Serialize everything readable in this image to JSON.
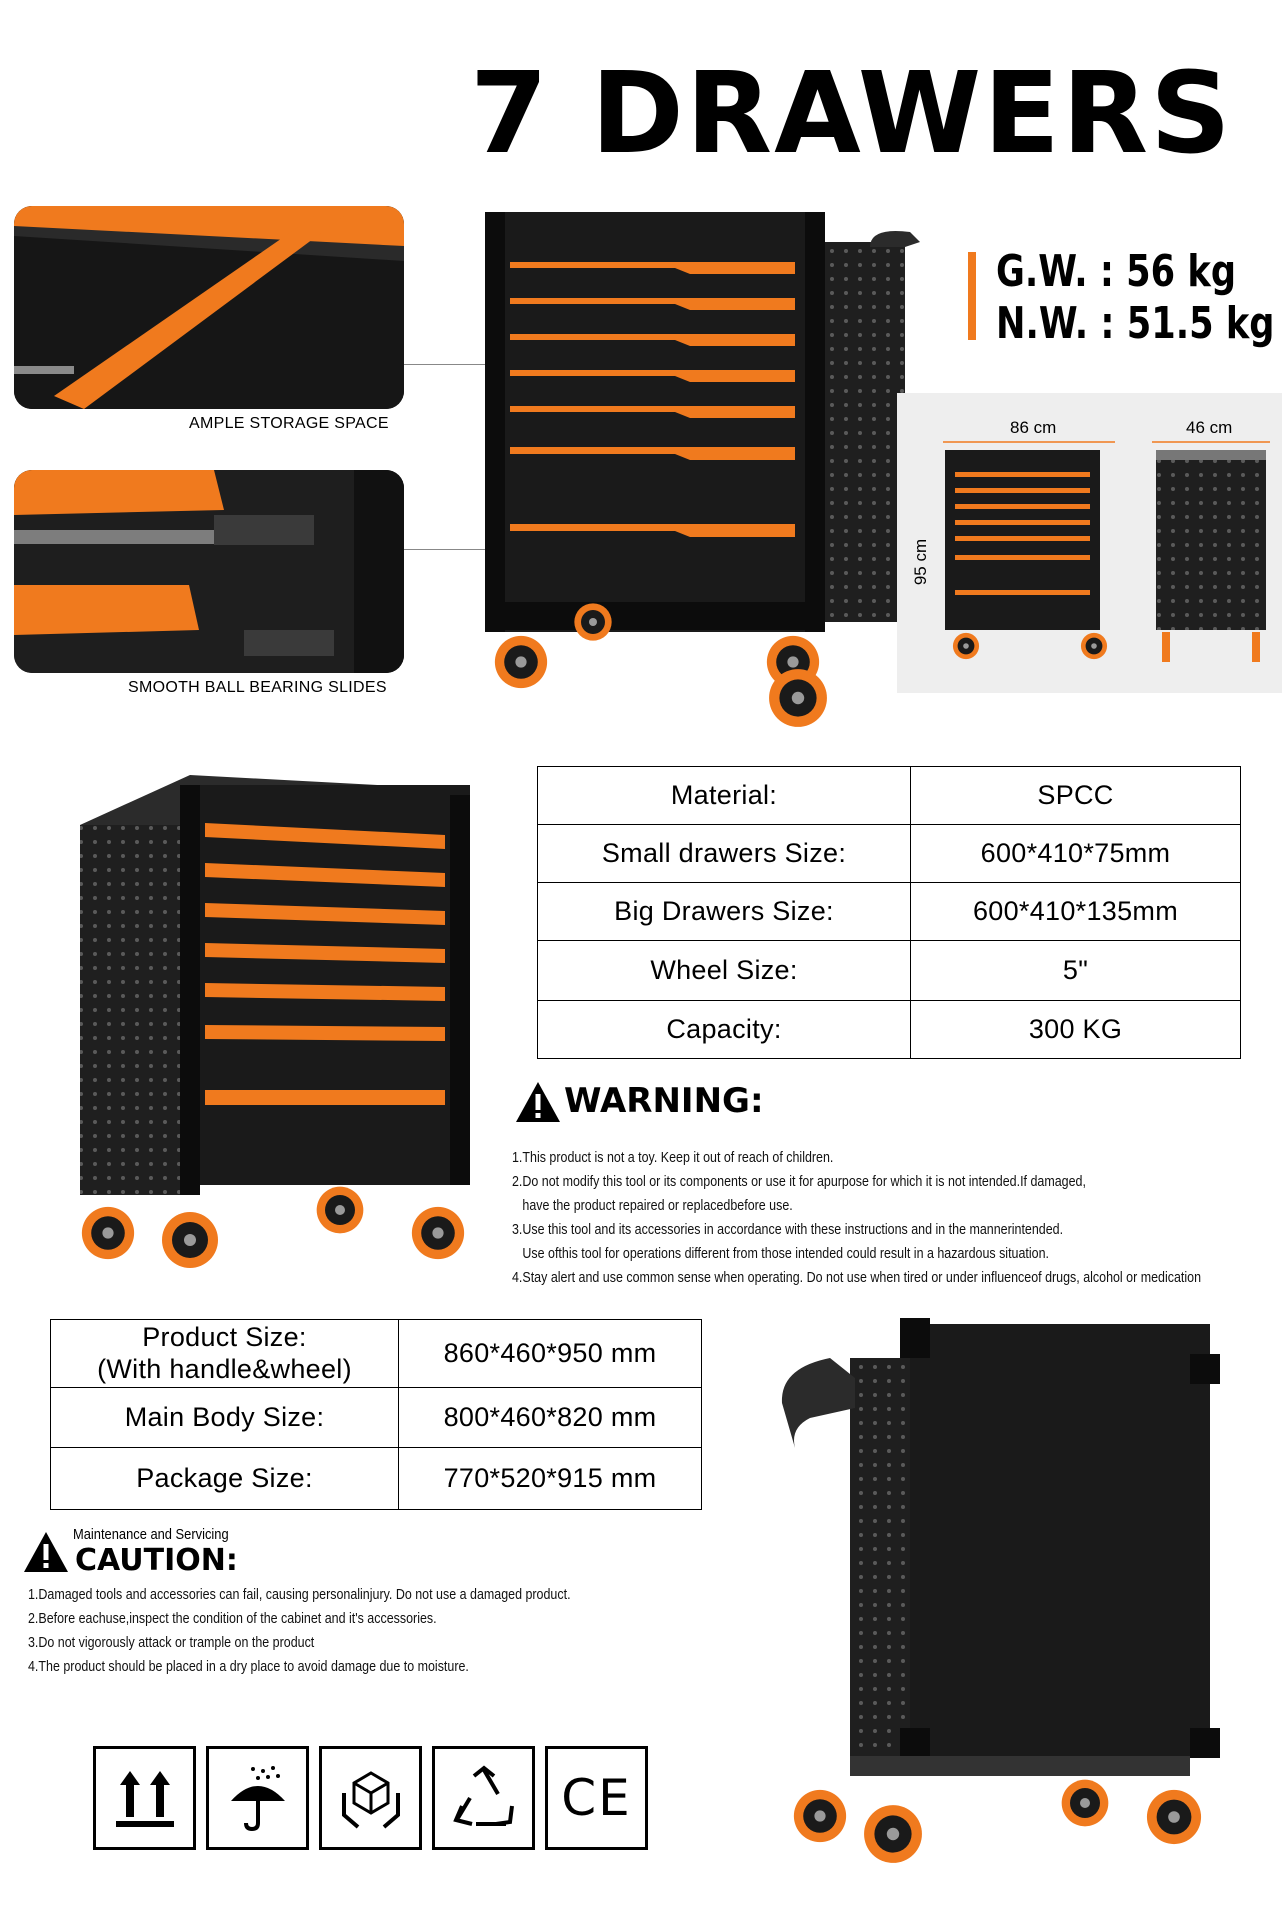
{
  "header": {
    "title": "7 DRAWERS"
  },
  "features": [
    {
      "caption": "AMPLE STORAGE SPACE"
    },
    {
      "caption": "SMOOTH BALL BEARING SLIDES"
    }
  ],
  "weights": {
    "gross": "G.W. : 56 kg",
    "net": "N.W. : 51.5 kg"
  },
  "dimensions": {
    "width": "86 cm",
    "depth": "46 cm",
    "height": "95 cm"
  },
  "spec_table": [
    {
      "label": "Material:",
      "value": "SPCC"
    },
    {
      "label": "Small drawers Size:",
      "value": "600*410*75mm"
    },
    {
      "label": "Big Drawers Size:",
      "value": "600*410*135mm"
    },
    {
      "label": "Wheel Size:",
      "value": "5\""
    },
    {
      "label": "Capacity:",
      "value": "300 KG"
    }
  ],
  "warning": {
    "title": "WARNING:",
    "lines": [
      "1.This product is not a toy. Keep it out of reach of children.",
      "2.Do not modify this tool or its components or use it for apurpose for which it is not intended.If damaged,",
      "   have the product repaired or replacedbefore use.",
      "3.Use this tool and its accessories in accordance with these instructions and in the mannerintended.",
      "   Use ofthis tool for operations different from those intended could result in a hazardous situation.",
      "4.Stay alert and use common sense when operating. Do not use when tired or under influenceof drugs, alcohol or medication"
    ]
  },
  "size_table": [
    {
      "label_line1": "Product Size:",
      "label_line2": "(With handle&wheel)",
      "value": "860*460*950 mm"
    },
    {
      "label_line1": "Main Body Size:",
      "label_line2": "",
      "value": "800*460*820 mm"
    },
    {
      "label_line1": "Package Size:",
      "label_line2": "",
      "value": "770*520*915 mm"
    }
  ],
  "caution": {
    "subtitle": "Maintenance and Servicing",
    "title": "CAUTION:",
    "lines": [
      "1.Damaged tools and accessories can fail, causing personalinjury. Do not use a damaged product.",
      "2.Before eachuse,inspect the condition of the cabinet and it's accessories.",
      "3.Do not vigorously attack or trample on the product",
      "4.The product should be placed in a dry place to avoid damage due to moisture."
    ]
  },
  "certifications": {
    "icons": [
      "this-way-up-icon",
      "keep-dry-icon",
      "fragile-handle-icon",
      "recycle-icon",
      "ce-mark-icon"
    ],
    "ce_text": "CE"
  },
  "colors": {
    "accent": "#f07a1e",
    "body": "#1c1c1c",
    "frame": "#0d0d0d"
  }
}
